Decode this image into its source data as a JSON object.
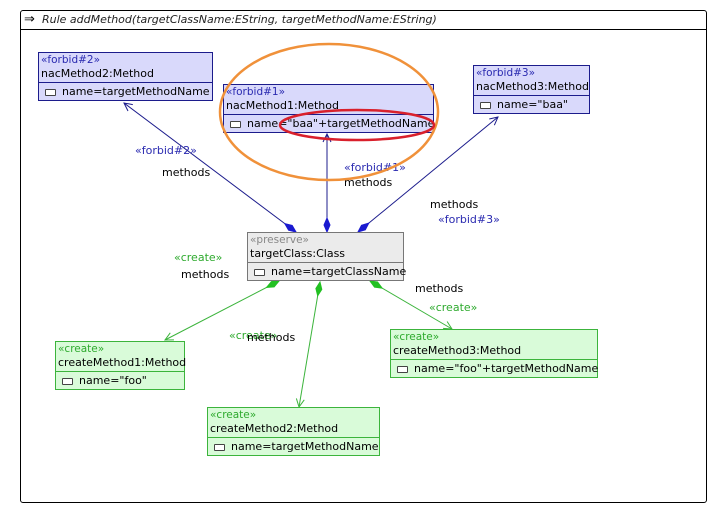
{
  "rule": {
    "arrow_icon": "⇒",
    "title": "Rule addMethod(targetClassName:EString, targetMethodName:EString)"
  },
  "colors": {
    "forbid": "#1c1c8c",
    "forbid_fill": "#d9d9fb",
    "preserve_fill": "#ebebeb",
    "create": "#3cb43c",
    "create_fill": "#d9fbd9",
    "highlight_orange": "#f0913a",
    "highlight_red": "#d9202c"
  },
  "nodes": {
    "nacMethod2": {
      "stereotype": "«forbid#2»",
      "name": "nacMethod2:Method",
      "attribute": "name=targetMethodName"
    },
    "nacMethod1": {
      "stereotype": "«forbid#1»",
      "name": "nacMethod1:Method",
      "attribute": "name=\"baa\"+targetMethodName"
    },
    "nacMethod3": {
      "stereotype": "«forbid#3»",
      "name": "nacMethod3:Method",
      "attribute": "name=\"baa\""
    },
    "targetClass": {
      "stereotype": "«preserve»",
      "name": "targetClass:Class",
      "attribute": "name=targetClassName"
    },
    "createMethod1": {
      "stereotype": "«create»",
      "name": "createMethod1:Method",
      "attribute": "name=\"foo\""
    },
    "createMethod2": {
      "stereotype": "«create»",
      "name": "createMethod2:Method",
      "attribute": "name=targetMethodName"
    },
    "createMethod3": {
      "stereotype": "«create»",
      "name": "createMethod3:Method",
      "attribute": "name=\"foo\"+targetMethodName"
    }
  },
  "edges": {
    "e_nac2": {
      "stereotype": "«forbid#2»",
      "label": "methods"
    },
    "e_nac1": {
      "stereotype": "«forbid#1»",
      "label": "methods"
    },
    "e_nac3": {
      "stereotype": "«forbid#3»",
      "label": "methods"
    },
    "e_create1": {
      "stereotype": "«create»",
      "label": "methods"
    },
    "e_create2": {
      "stereotype": "«create»",
      "label": "methods"
    },
    "e_create3": {
      "stereotype": "«create»",
      "label": "methods"
    }
  }
}
